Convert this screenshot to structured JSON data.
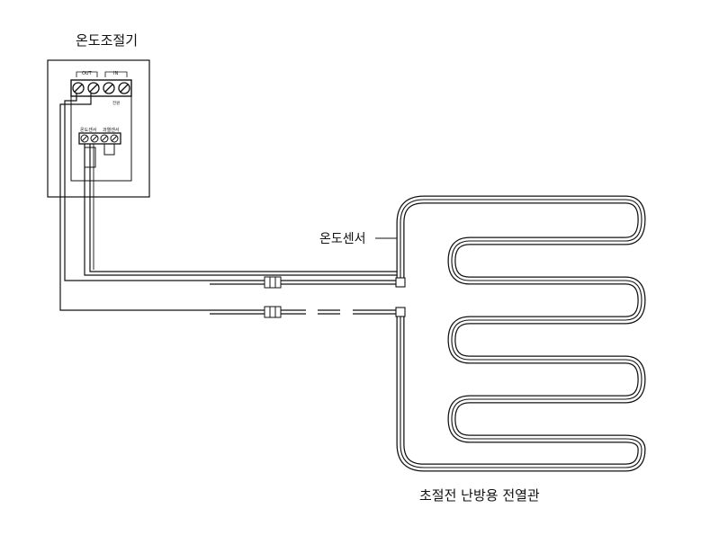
{
  "controller": {
    "title": "온도조절기",
    "out_label": "OUT",
    "in_label": "IN",
    "power_label": "전원",
    "temp_sensor_label": "온도센서",
    "overheat_sensor_label": "과열센서"
  },
  "sensor": {
    "label": "온도센서"
  },
  "heater": {
    "label": "초절전 난방용 전열관"
  },
  "colors": {
    "line": "#111111",
    "background": "#ffffff"
  }
}
